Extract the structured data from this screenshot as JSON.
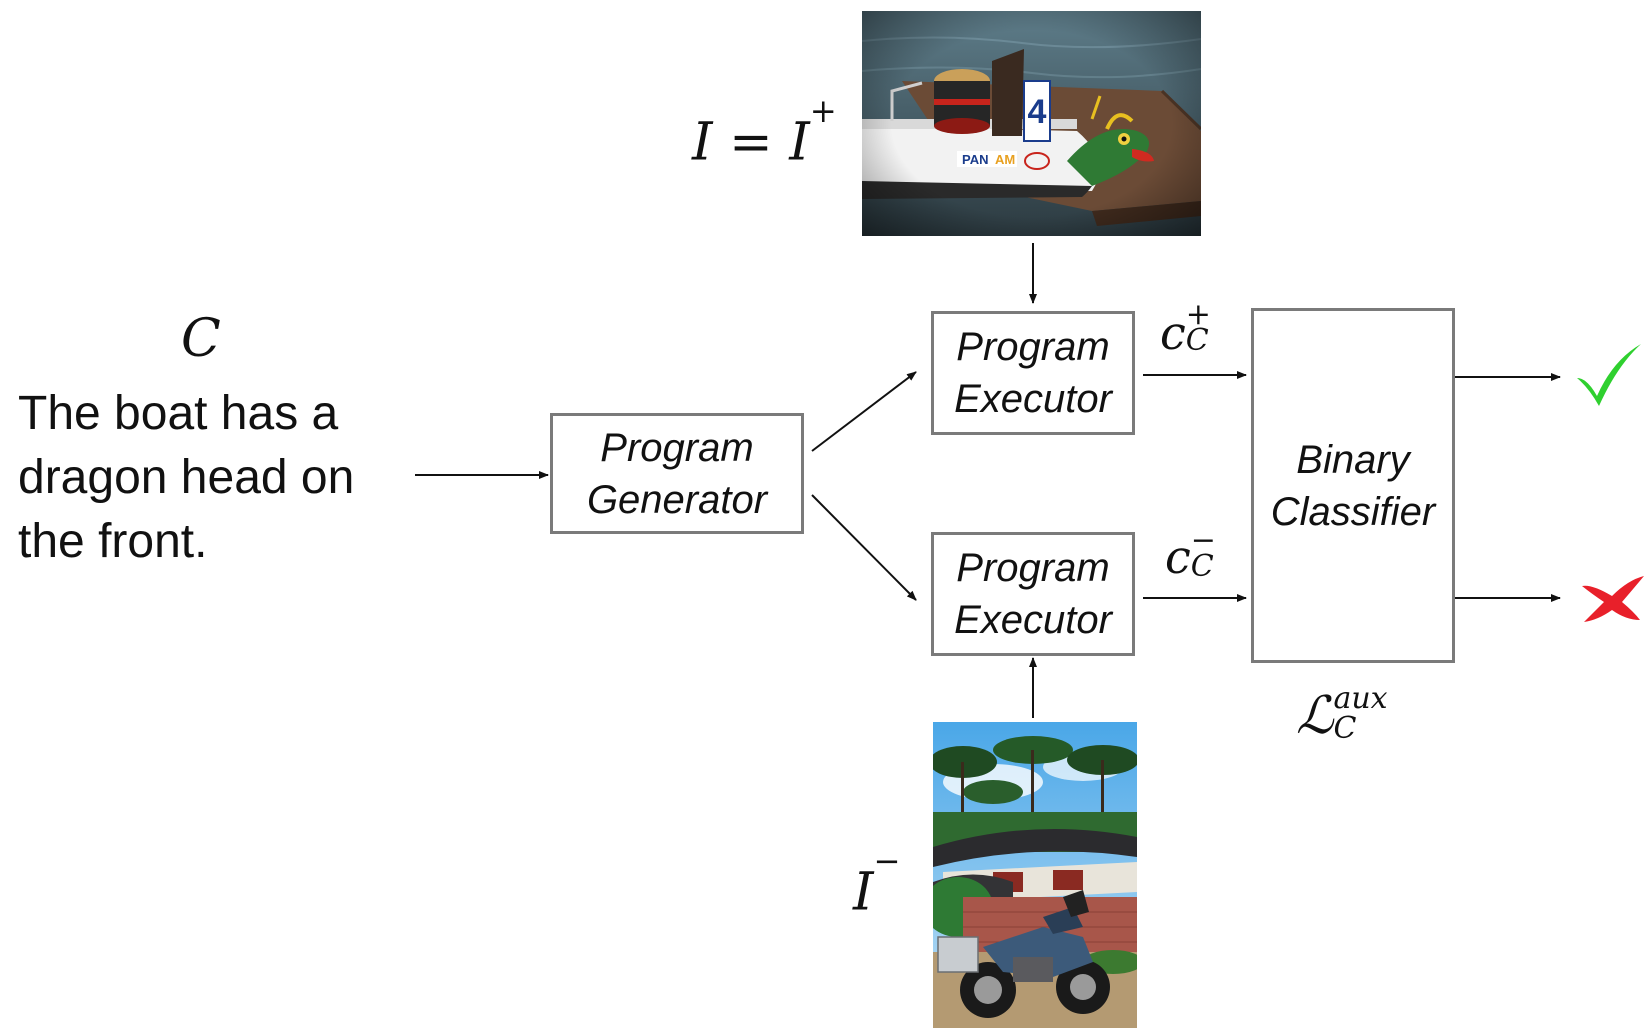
{
  "diagram": {
    "input_image_label": {
      "base": "I",
      "eq": " = ",
      "rhs": "I",
      "sup": "+"
    },
    "negative_image_label": {
      "base": "I",
      "sup": "−"
    },
    "caption_symbol": "C",
    "caption_lines": [
      "The boat has a",
      "dragon head on",
      "the front."
    ],
    "generator": {
      "line1": "Program",
      "line2": "Generator"
    },
    "executor_top": {
      "line1": "Program",
      "line2": "Executor"
    },
    "executor_bottom": {
      "line1": "Program",
      "line2": "Executor"
    },
    "classifier": {
      "line1": "Binary",
      "line2": "Classifier"
    },
    "c_plus": {
      "base": "c",
      "sup": "+",
      "sub": "C"
    },
    "c_minus": {
      "base": "c",
      "sup": "−",
      "sub": "C"
    },
    "loss": {
      "base": "ℒ",
      "sup": "aux",
      "sub": "C"
    },
    "check_icon": "check-mark-icon",
    "cross_icon": "cross-mark-icon",
    "colors": {
      "box_border": "#7a7a7a",
      "check": "#2fd02f",
      "cross": "#e8202a"
    }
  }
}
